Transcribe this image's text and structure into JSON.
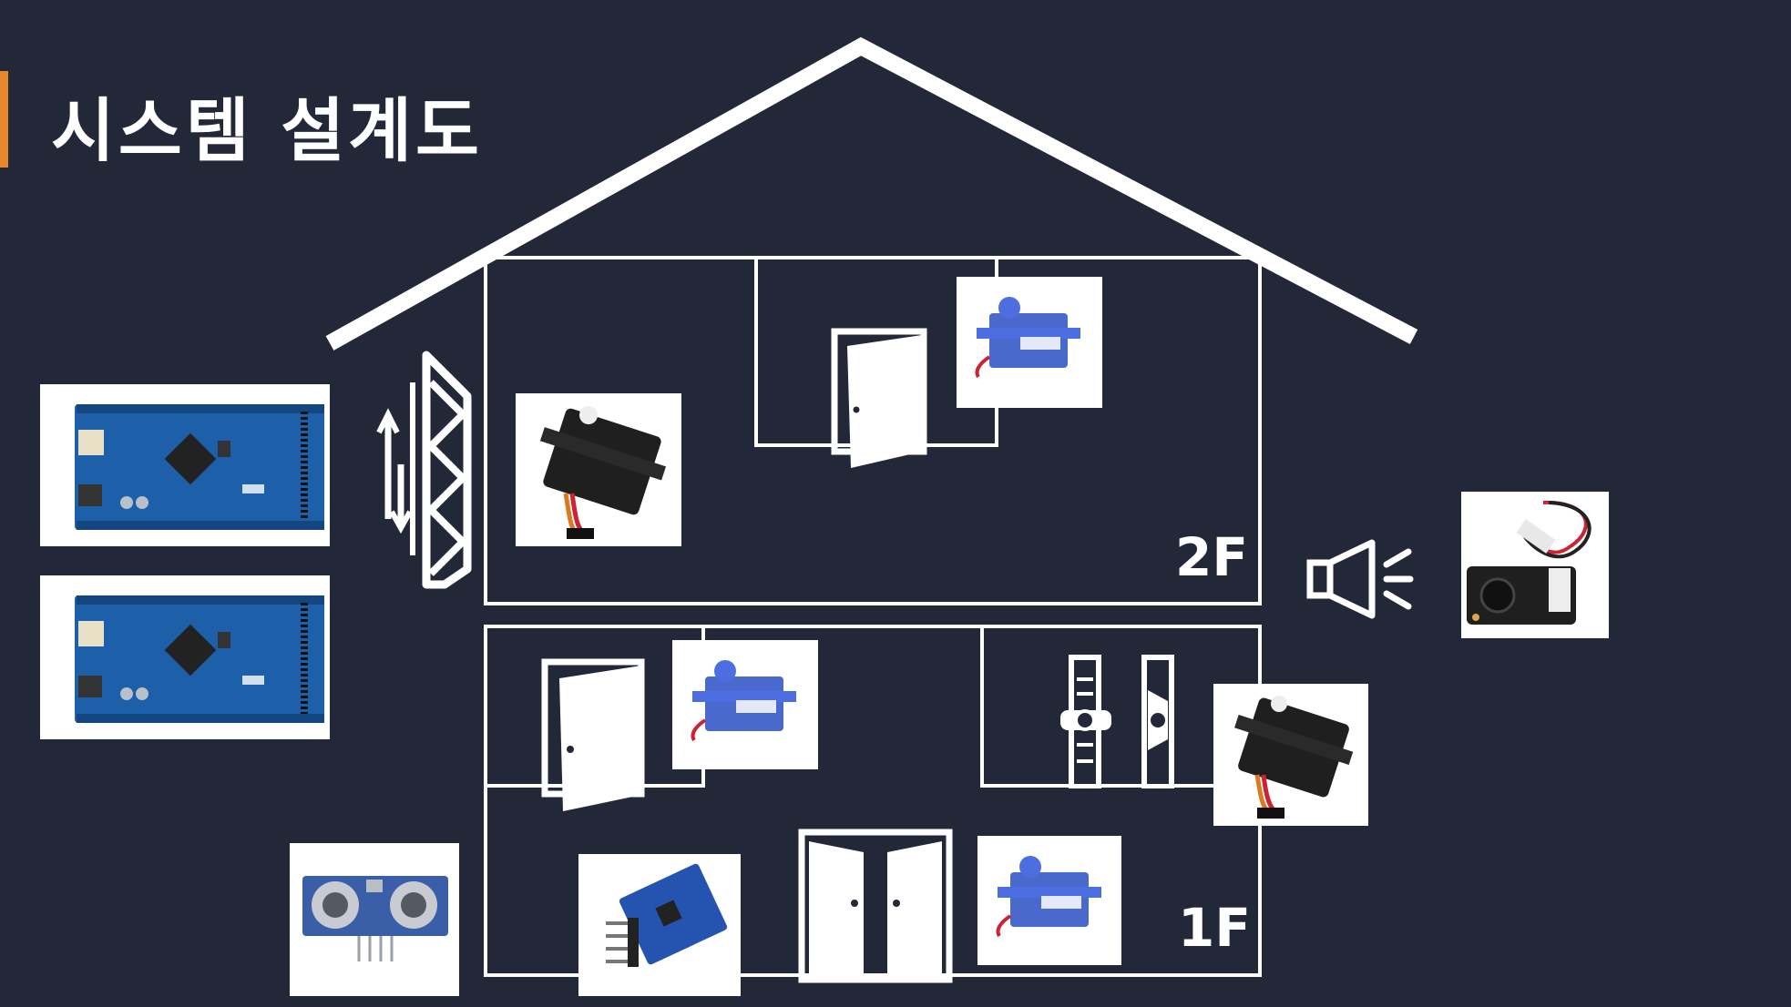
{
  "title": "시스템 설계도",
  "floors": {
    "upper": "2F",
    "lower": "1F"
  },
  "colors": {
    "background": "#232838",
    "accent": "#e8872a",
    "line": "#ffffff",
    "board_blue": "#1d5fa8",
    "servo_blue": "#3b5cc9",
    "servo_black": "#1f1f1f"
  },
  "icons": [
    "house-outline",
    "window-icon",
    "door-icon",
    "double-door-icon",
    "speaker-icon",
    "curtain-icon",
    "arduino-mega-board",
    "servo-motor-micro",
    "servo-motor-standard",
    "ultrasonic-sensor",
    "gyro-sensor-module",
    "buzzer-module"
  ]
}
